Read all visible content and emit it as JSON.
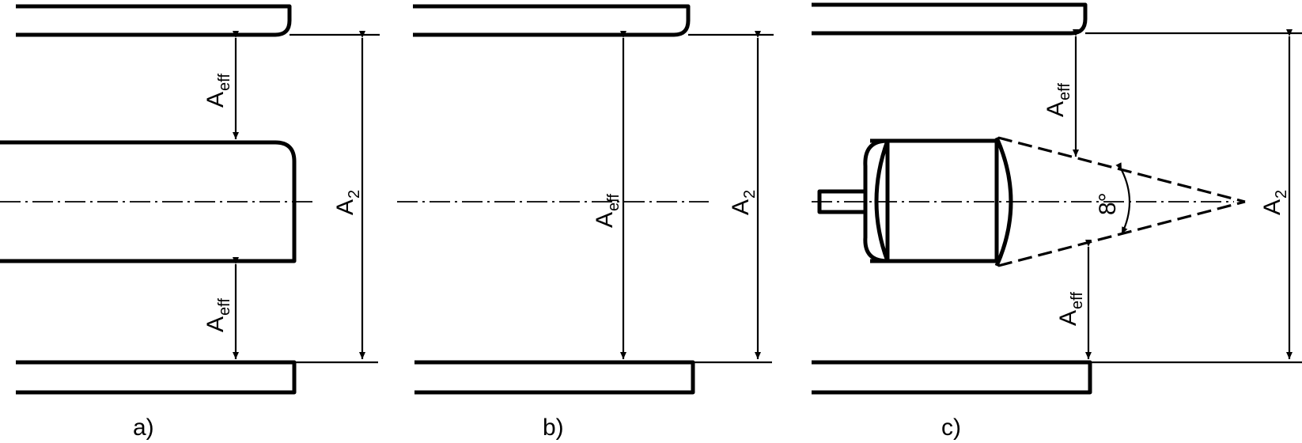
{
  "labels": {
    "a_eff_main": "A",
    "a_eff_sub": "eff",
    "a2_main": "A",
    "a2_sub": "2",
    "angle": "8°"
  },
  "captions": {
    "a": "a)",
    "b": "b)",
    "c": "c)"
  }
}
